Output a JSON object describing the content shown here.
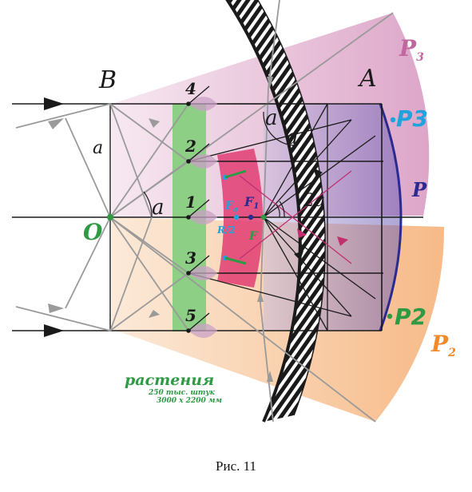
{
  "labels": {
    "B": "B",
    "A": "A",
    "O": "O",
    "a_left": "a",
    "a_angle_O": "a",
    "a_top": "a",
    "a_mid": "a",
    "two_a": "2a",
    "n1": "1",
    "n2": "2",
    "n3": "3",
    "n4": "4",
    "n5": "5",
    "Fo_main": "F",
    "Fo_sub": "o",
    "F1_main": "F",
    "F1_sub": "1",
    "F": "F",
    "R2": "R/2",
    "P": "P",
    "P3_blue": "P3",
    "P2_green": "P2",
    "P3_pink_main": "P",
    "P3_pink_sub": "3",
    "P2_orange_main": "P",
    "P2_orange_sub": "2"
  },
  "plants": {
    "title": "растения",
    "line1": "250 тыс. штук",
    "line2": "3000 х 2200 мм"
  },
  "caption": "Рис. 11",
  "colors": {
    "pink_sector": "#c0679f",
    "orange_sector": "#f3a35b",
    "blue_sector": "#5e4fa8",
    "green_strip": "#8dcf85",
    "red_lens": "#e03d72",
    "mirror": "#1a1a1a",
    "ray_gray": "#9a9a9a",
    "green_text": "#2e9a44",
    "blue_text": "#1fa3dc",
    "navy_text": "#2a2a8f"
  }
}
